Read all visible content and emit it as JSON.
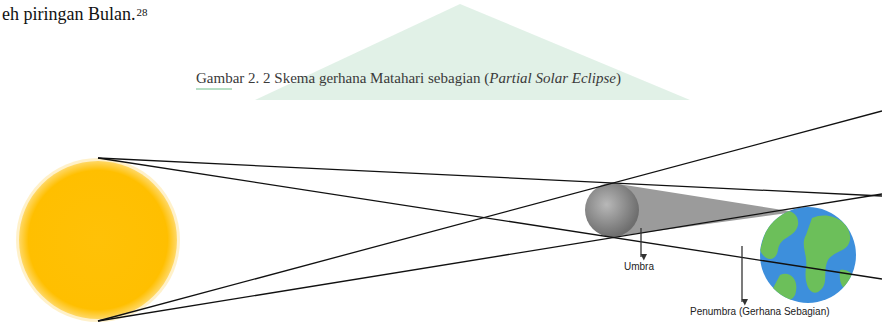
{
  "diagram": {
    "caption": "Gambar 2. 2 Skema gerhana Matahari sebagian (Partial Solar Eclipse)",
    "labels": [
      "eh piringan Bulan.",
      "28",
      "Umbra",
      "Penumbra (Gerhana Sebagian)"
    ]
  }
}
